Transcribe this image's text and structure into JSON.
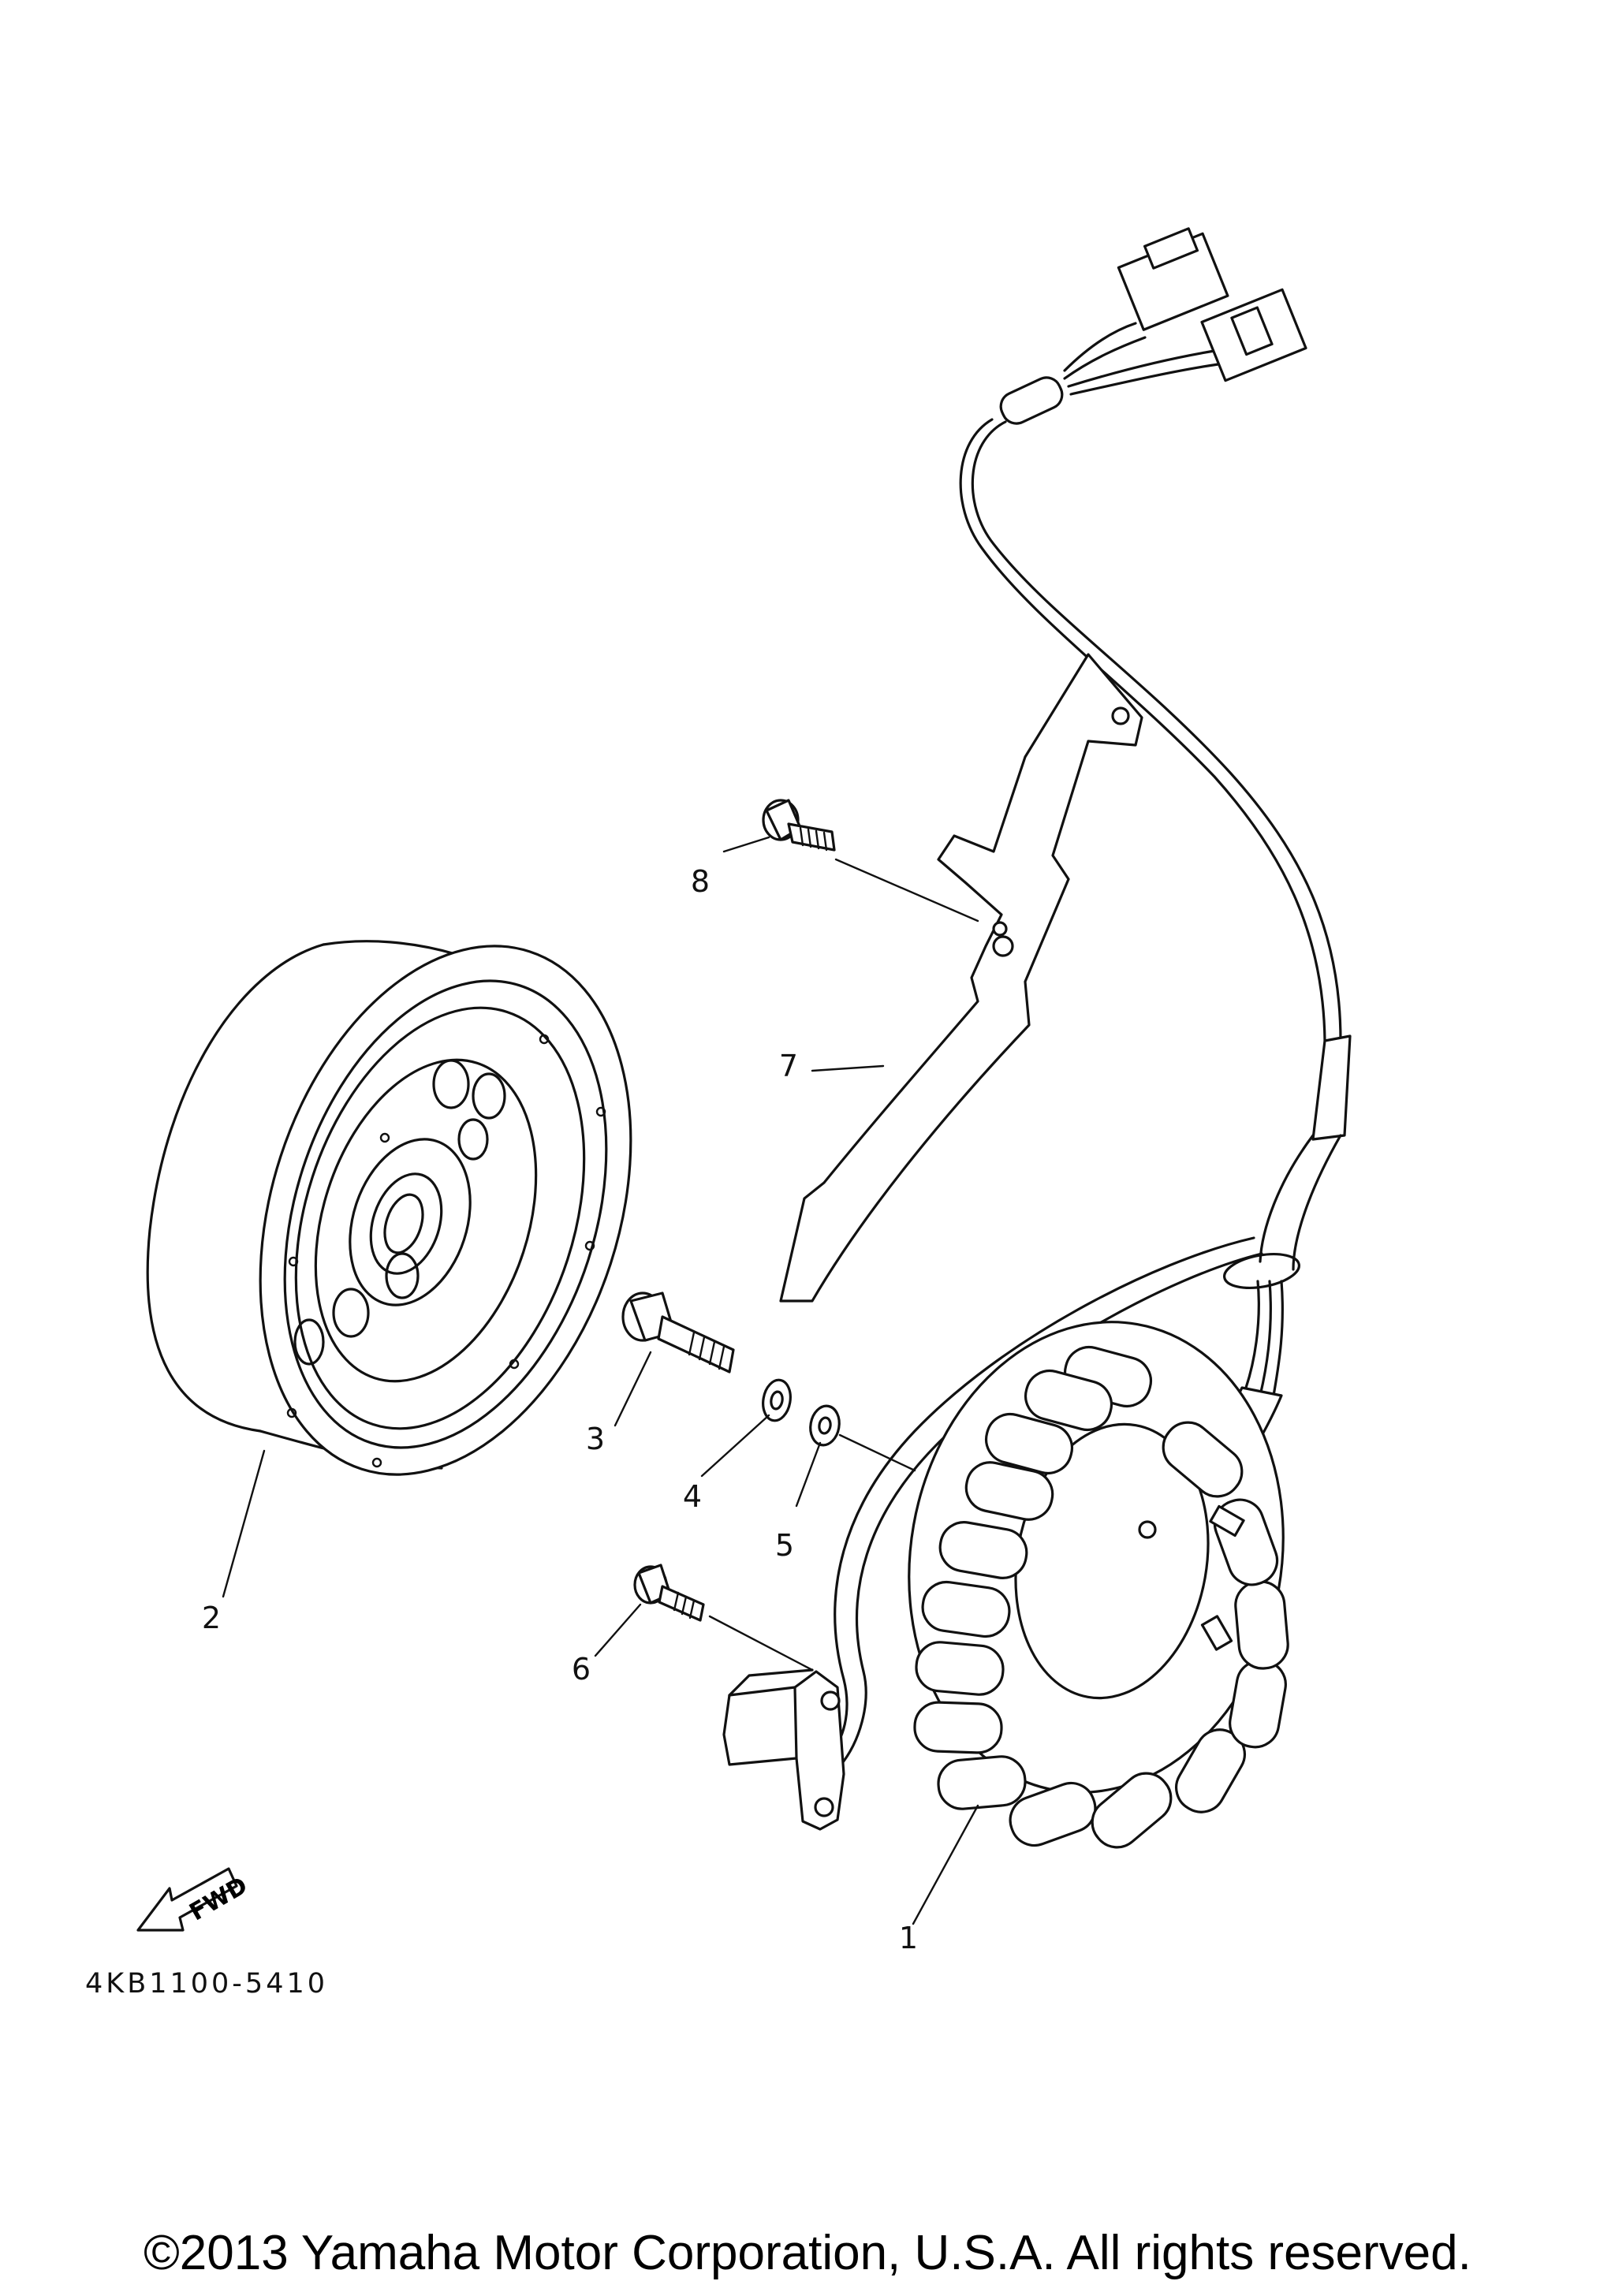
{
  "callouts": [
    {
      "id": "1",
      "label": "1"
    },
    {
      "id": "2",
      "label": "2"
    },
    {
      "id": "3",
      "label": "3"
    },
    {
      "id": "4",
      "label": "4"
    },
    {
      "id": "5",
      "label": "5"
    },
    {
      "id": "6",
      "label": "6"
    },
    {
      "id": "7",
      "label": "7"
    },
    {
      "id": "8",
      "label": "8"
    }
  ],
  "direction_arrow": {
    "label": "FWD",
    "icon": "fwd-arrow-icon"
  },
  "part_code": "4KB1100-5410",
  "copyright": "©2013 Yamaha Motor Corporation, U.S.A. All rights reserved."
}
